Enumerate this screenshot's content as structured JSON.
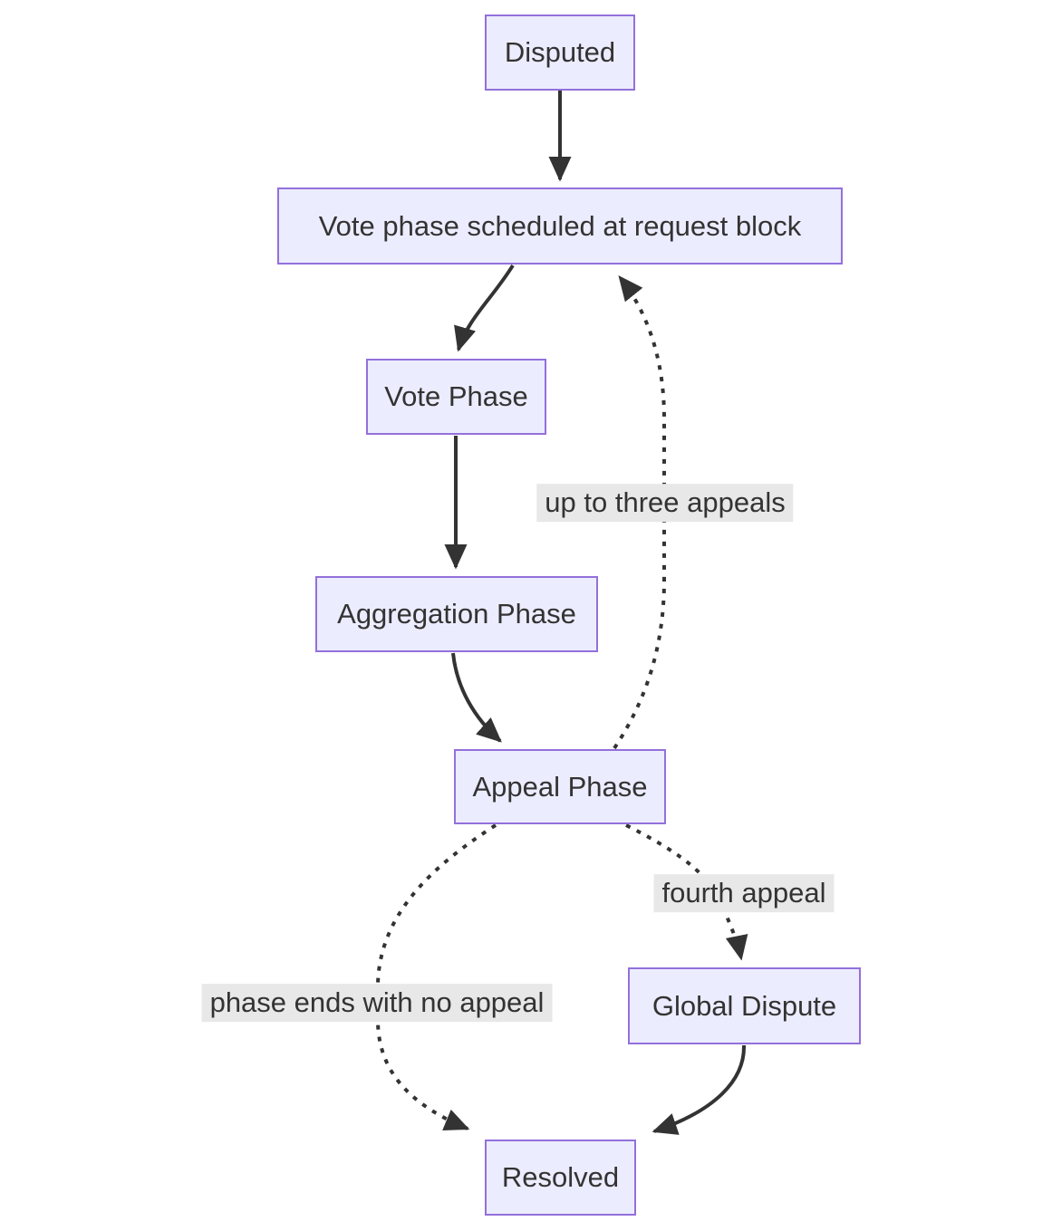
{
  "nodes": {
    "disputed": {
      "label": "Disputed"
    },
    "vote_scheduled": {
      "label": "Vote phase scheduled at request block"
    },
    "vote_phase": {
      "label": "Vote Phase"
    },
    "aggregation_phase": {
      "label": "Aggregation Phase"
    },
    "appeal_phase": {
      "label": "Appeal Phase"
    },
    "global_dispute": {
      "label": "Global Dispute"
    },
    "resolved": {
      "label": "Resolved"
    }
  },
  "edge_labels": {
    "up_to_three_appeals": "up to three appeals",
    "fourth_appeal": "fourth appeal",
    "no_appeal": "phase ends with no appeal"
  },
  "edges": [
    {
      "from": "Disputed",
      "to": "Vote phase scheduled at request block",
      "style": "solid",
      "label": ""
    },
    {
      "from": "Vote phase scheduled at request block",
      "to": "Vote Phase",
      "style": "solid",
      "label": ""
    },
    {
      "from": "Vote Phase",
      "to": "Aggregation Phase",
      "style": "solid",
      "label": ""
    },
    {
      "from": "Aggregation Phase",
      "to": "Appeal Phase",
      "style": "solid",
      "label": ""
    },
    {
      "from": "Appeal Phase",
      "to": "Vote phase scheduled at request block",
      "style": "dotted",
      "label": "up to three appeals"
    },
    {
      "from": "Appeal Phase",
      "to": "Resolved",
      "style": "dotted",
      "label": "phase ends with no appeal"
    },
    {
      "from": "Appeal Phase",
      "to": "Global Dispute",
      "style": "dotted",
      "label": "fourth appeal"
    },
    {
      "from": "Global Dispute",
      "to": "Resolved",
      "style": "solid",
      "label": ""
    }
  ],
  "colors": {
    "background": "#ffffff",
    "node_fill": "#ECECFF",
    "node_border": "#9370DB",
    "node_text": "#333333",
    "edge_color": "#333333",
    "edge_label_bg": "#e8e8e8"
  }
}
